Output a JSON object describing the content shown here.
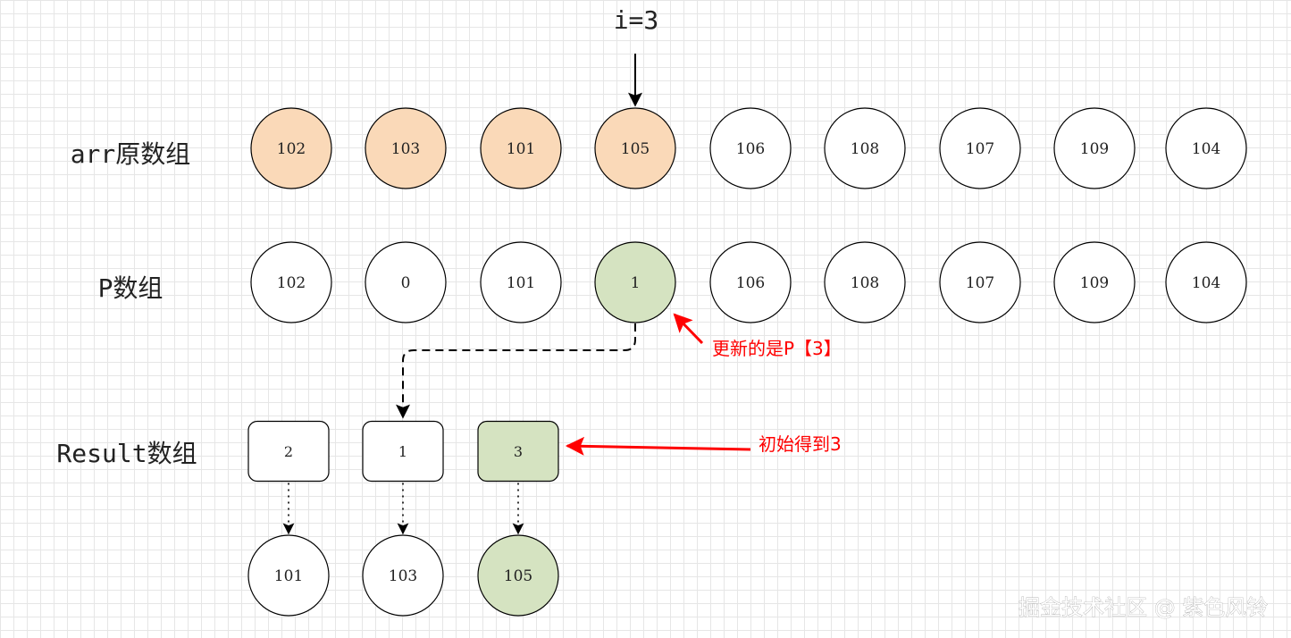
{
  "index_marker": {
    "label": "i=3"
  },
  "rows": {
    "arr": {
      "label": "arr原数组",
      "nodes": [
        {
          "value": "102",
          "state": "highlight"
        },
        {
          "value": "103",
          "state": "highlight"
        },
        {
          "value": "101",
          "state": "highlight"
        },
        {
          "value": "105",
          "state": "highlight"
        },
        {
          "value": "106",
          "state": "normal"
        },
        {
          "value": "108",
          "state": "normal"
        },
        {
          "value": "107",
          "state": "normal"
        },
        {
          "value": "109",
          "state": "normal"
        },
        {
          "value": "104",
          "state": "normal"
        }
      ]
    },
    "p": {
      "label": "P数组",
      "nodes": [
        {
          "value": "102",
          "state": "normal"
        },
        {
          "value": "0",
          "state": "normal"
        },
        {
          "value": "101",
          "state": "normal"
        },
        {
          "value": "1",
          "state": "updated"
        },
        {
          "value": "106",
          "state": "normal"
        },
        {
          "value": "108",
          "state": "normal"
        },
        {
          "value": "107",
          "state": "normal"
        },
        {
          "value": "109",
          "state": "normal"
        },
        {
          "value": "104",
          "state": "normal"
        }
      ]
    },
    "result": {
      "label": "Result数组",
      "boxes": [
        {
          "value": "2",
          "state": "normal"
        },
        {
          "value": "1",
          "state": "normal"
        },
        {
          "value": "3",
          "state": "updated"
        }
      ],
      "mapped_nodes": [
        {
          "value": "101",
          "state": "normal"
        },
        {
          "value": "103",
          "state": "normal"
        },
        {
          "value": "105",
          "state": "updated"
        }
      ]
    }
  },
  "annotations": {
    "p_update": "更新的是P【3】",
    "result_init": "初始得到3"
  },
  "watermark": "掘金技术社区 @ 紫色风铃",
  "colors": {
    "highlight_fill": "#fad9b8",
    "updated_fill": "#d5e3c1",
    "normal_fill": "#ffffff",
    "stroke": "#000000",
    "annotation": "#ff0000"
  }
}
